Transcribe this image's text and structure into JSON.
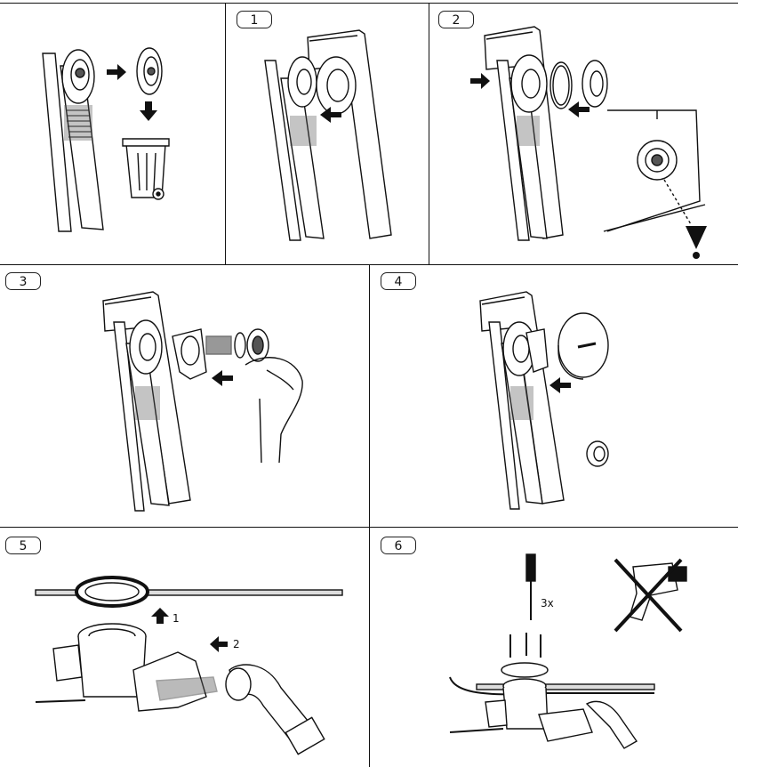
{
  "steps": [
    {
      "label": "1"
    },
    {
      "label": "2"
    },
    {
      "label": "3"
    },
    {
      "label": "4"
    },
    {
      "label": "5"
    },
    {
      "label": "6"
    }
  ],
  "annotations": {
    "arrow_one": "1",
    "arrow_two": "2",
    "screw_count": "3x"
  },
  "icons": [
    "arrow-right-icon",
    "arrow-left-icon",
    "arrow-down-icon",
    "arrow-up-icon",
    "trash-bin-icon",
    "warning-icon",
    "screwdriver-icon",
    "crossed-drill-icon"
  ],
  "colors": {
    "line": "#111111",
    "fill": "#ffffff",
    "shade": "#555555"
  }
}
